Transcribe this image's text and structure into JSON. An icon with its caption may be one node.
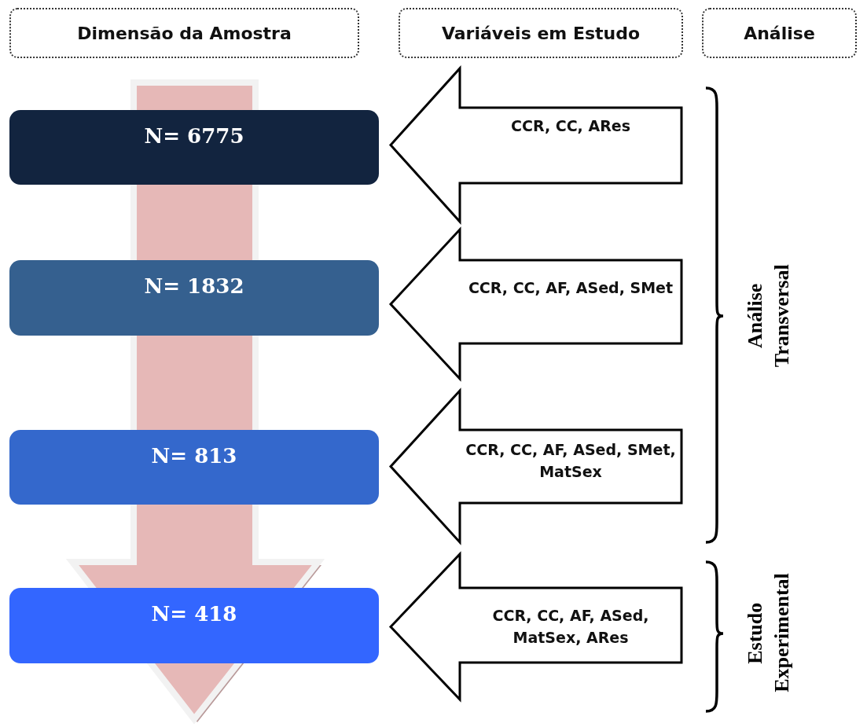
{
  "diagram": {
    "nodes": [
      {
        "text": [
          "Dimensão da Amostra"
        ]
      },
      {
        "text": [
          "Variáveis em Estudo"
        ]
      },
      {
        "text": [
          "Análise"
        ]
      },
      {
        "text": [
          "N= 6775"
        ]
      },
      {
        "text": [
          "N= 1832"
        ]
      },
      {
        "text": [
          "N= 813"
        ]
      },
      {
        "text": [
          "N= 418"
        ]
      },
      {
        "text": [
          "CCR, CC, ARes"
        ]
      },
      {
        "text": [
          "CCR, CC, AF, ASed, SMet"
        ]
      },
      {
        "text": [
          "CCR, CC, AF, ASed, SMet, MatSex"
        ]
      },
      {
        "text": [
          "CCR, CC, AF, ASed, MatSex, ARes"
        ]
      }
    ],
    "labels": [
      "Análise Transversal",
      "Estudo Experimental"
    ]
  }
}
